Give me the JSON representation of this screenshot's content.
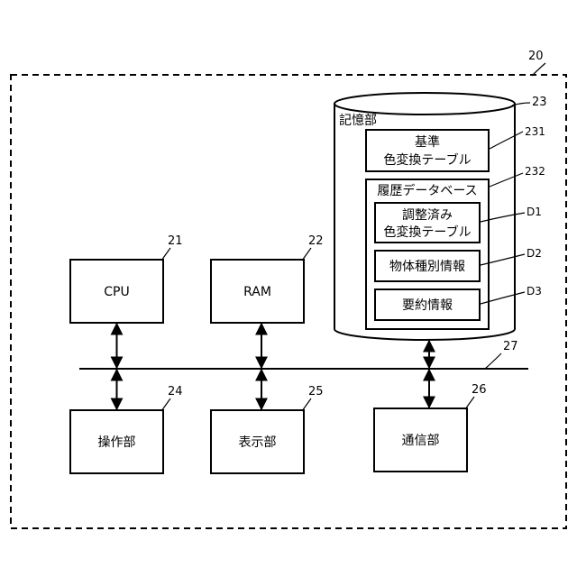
{
  "device": {
    "ref": "20"
  },
  "bus": {
    "ref": "27"
  },
  "cpu": {
    "label": "CPU",
    "ref": "21"
  },
  "ram": {
    "label": "RAM",
    "ref": "22"
  },
  "operation_unit": {
    "label": "操作部",
    "ref": "24"
  },
  "display_unit": {
    "label": "表示部",
    "ref": "25"
  },
  "communication_unit": {
    "label": "通信部",
    "ref": "26"
  },
  "storage_unit": {
    "label": "記憶部",
    "ref": "23",
    "reference_table": {
      "line1": "基準",
      "line2": "色変換テーブル",
      "ref": "231"
    },
    "history_db": {
      "label": "履歴データベース",
      "ref": "232",
      "adjusted_table": {
        "line1": "調整済み",
        "line2": "色変換テーブル",
        "ref": "D1"
      },
      "object_type_info": {
        "label": "物体種別情報",
        "ref": "D2"
      },
      "summary_info": {
        "label": "要約情報",
        "ref": "D3"
      }
    }
  }
}
